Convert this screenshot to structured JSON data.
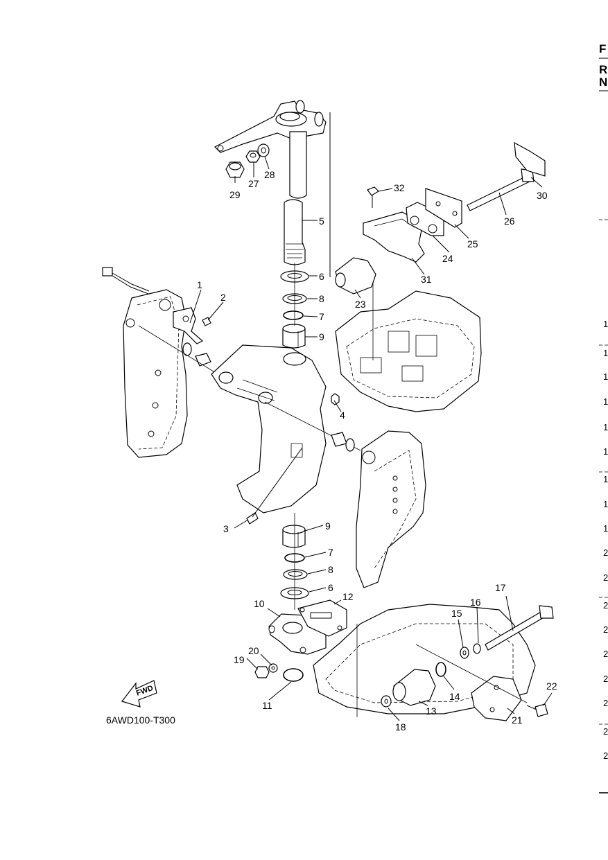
{
  "diagram": {
    "drawing_code": "6AWD100-T300",
    "fwd_label": "FWD",
    "callouts": [
      "1",
      "2",
      "3",
      "4",
      "5",
      "6",
      "7",
      "8",
      "9",
      "10",
      "11",
      "12",
      "13",
      "14",
      "15",
      "16",
      "17",
      "18",
      "19",
      "20",
      "21",
      "22",
      "23",
      "24",
      "25",
      "26",
      "27",
      "28",
      "29",
      "30",
      "31",
      "32",
      "6",
      "7",
      "8",
      "9"
    ]
  },
  "right_edge": {
    "header_letters": [
      "F",
      "R",
      "N"
    ],
    "row_numbers": [
      "1",
      "1",
      "1",
      "1",
      "1",
      "1",
      "1",
      "1",
      "1",
      "2",
      "2",
      "2",
      "2",
      "2",
      "2",
      "2",
      "2"
    ]
  }
}
